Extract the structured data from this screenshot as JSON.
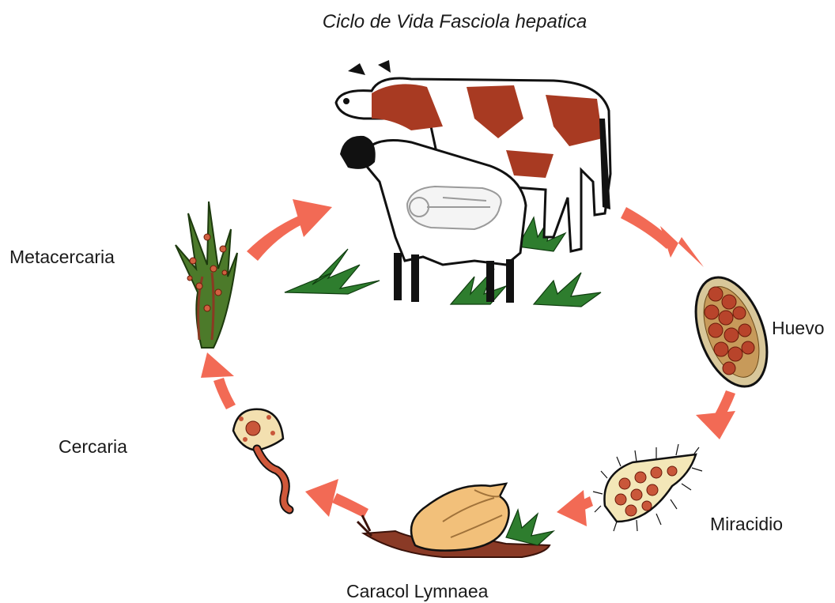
{
  "title": "Ciclo de Vida Fasciola hepatica",
  "stages": {
    "huevo": "Huevo",
    "miracidio": "Miracidio",
    "caracol": "Caracol Lymnaea",
    "cercaria": "Cercaria",
    "metacercaria": "Metacercaria"
  },
  "colors": {
    "arrow": "#f26a55",
    "cow_spots": "#a83a22",
    "egg": "#b8442b",
    "snail_shell": "#f2c07a",
    "snail_body": "#8a3a26",
    "grass": "#2e7d2e",
    "plant": "#4c7a2a"
  },
  "icons": [
    "cow-icon",
    "sheep-icon",
    "fluke-icon",
    "egg-icon",
    "miracidium-icon",
    "snail-icon",
    "cercaria-icon",
    "metacercaria-plant-icon",
    "grass-icon"
  ]
}
